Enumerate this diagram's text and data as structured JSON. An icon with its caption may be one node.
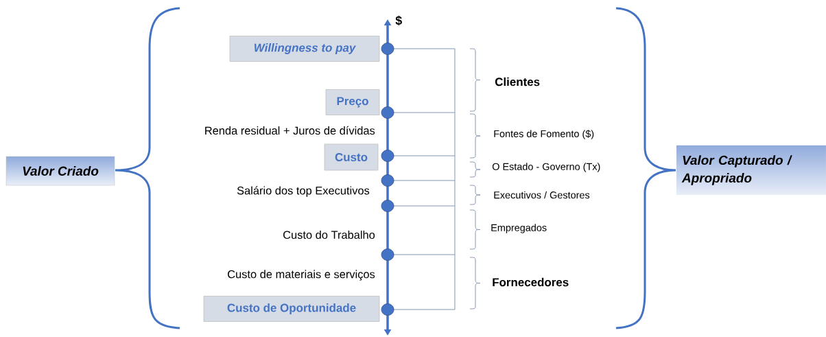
{
  "diagram": {
    "nodes": [
      {
        "text": [
          "Valor Criado"
        ]
      },
      {
        "text": [
          "Willingness to pay"
        ]
      },
      {
        "text": [
          "Preço"
        ]
      },
      {
        "text": [
          "Custo"
        ]
      },
      {
        "text": [
          "Custo de Oportunidade"
        ]
      },
      {
        "text": [
          "Valor Capturado / Apropriado"
        ]
      }
    ],
    "labels": [
      "$",
      "Renda residual + Juros de dívidas",
      "Salário dos top Executivos",
      "Custo do Trabalho",
      "Custo de materiais e serviços",
      "Clientes",
      "Fontes de Fomento ($)",
      "O Estado - Governo (Tx)",
      "Executivos / Gestores",
      "Empregados",
      "Fornecedores"
    ]
  }
}
